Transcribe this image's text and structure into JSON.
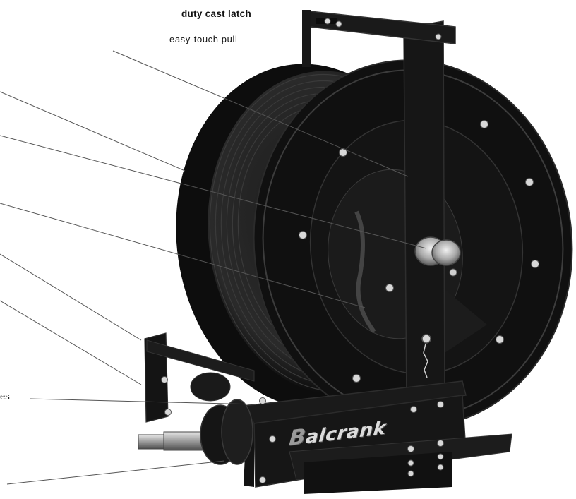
{
  "captions": {
    "latch": "duty cast latch",
    "pull": "easy-touch pull",
    "left_fragment": "es"
  },
  "brand": {
    "initial": "B",
    "rest": "alcrank"
  },
  "colors": {
    "background": "#ffffff",
    "reel_black": "#0d0d0d",
    "frame_black": "#161616",
    "bolt": "#d8d8d8",
    "leader_line": "#555555"
  }
}
